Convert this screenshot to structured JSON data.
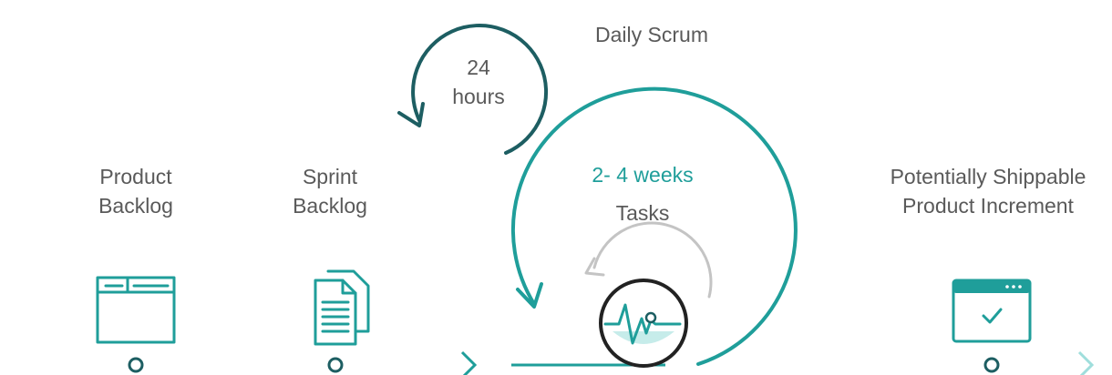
{
  "stages": [
    {
      "id": "product-backlog",
      "line1": "Product",
      "line2": "Backlog",
      "icon": "folder-icon"
    },
    {
      "id": "sprint-backlog",
      "line1": "Sprint",
      "line2": "Backlog",
      "icon": "documents-icon"
    },
    {
      "id": "increment",
      "line1": "Potentially Shippable",
      "line2": "Product Increment",
      "icon": "browser-window-check-icon"
    }
  ],
  "daily_cycle": {
    "value": "24",
    "unit": "hours",
    "label": "Daily Scrum"
  },
  "sprint_cycle": {
    "duration": "2- 4 weeks",
    "label": "Tasks",
    "icon": "heartbeat-monitor-icon"
  },
  "colors": {
    "dark_teal": "#1d5e62",
    "teal": "#1f9e9a",
    "light_teal": "#7fd3d1",
    "gray_arrow": "#c4c4c4",
    "dark": "#222222",
    "text": "#5a5a5a"
  }
}
